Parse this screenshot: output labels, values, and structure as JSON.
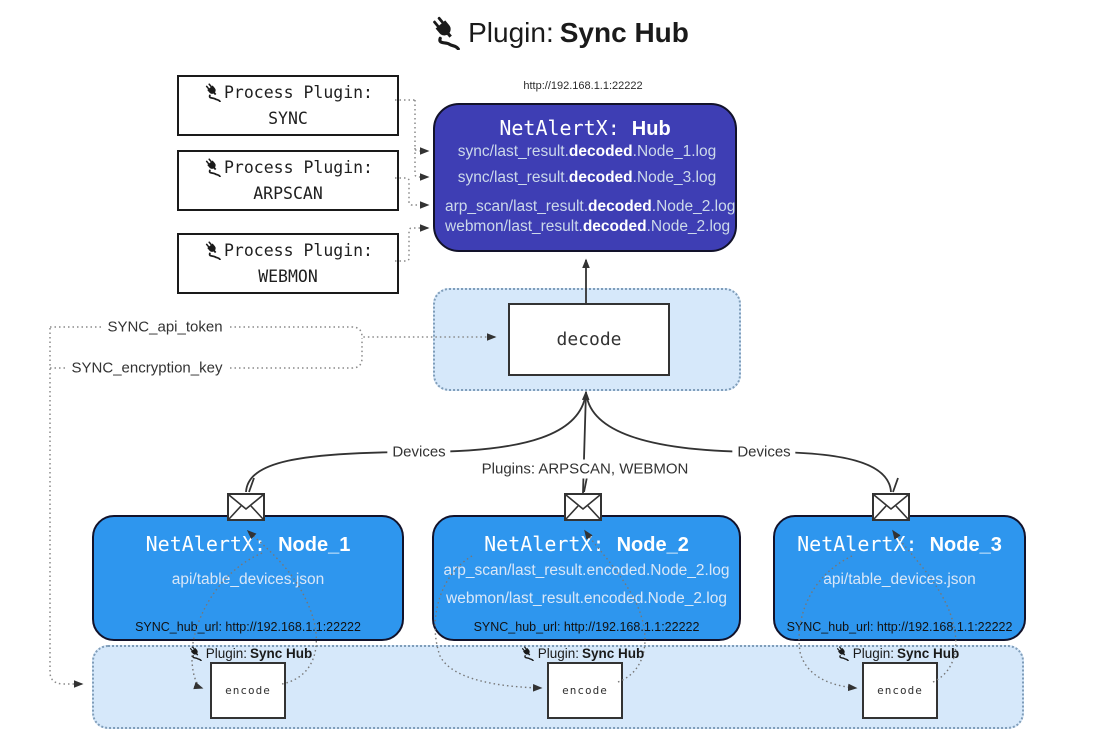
{
  "title": {
    "icon": "plug-icon",
    "prefix": "Plugin:",
    "name": "Sync Hub"
  },
  "process_plugins": [
    {
      "icon": "plug-icon",
      "label": "Process Plugin:",
      "name": "SYNC"
    },
    {
      "icon": "plug-icon",
      "label": "Process Plugin:",
      "name": "ARPSCAN"
    },
    {
      "icon": "plug-icon",
      "label": "Process Plugin:",
      "name": "WEBMON"
    }
  ],
  "hub": {
    "url": "http://192.168.1.1:22222",
    "title_prefix": "NetAlertX: ",
    "title_name": "Hub",
    "files": [
      {
        "pre": "sync/last_result.",
        "bold": "decoded",
        "post": ".Node_1.log"
      },
      {
        "pre": "sync/last_result.",
        "bold": "decoded",
        "post": ".Node_3.log"
      },
      {
        "pre": "arp_scan/last_result.",
        "bold": "decoded",
        "post": ".Node_2.log"
      },
      {
        "pre": "webmon/last_result.",
        "bold": "decoded",
        "post": ".Node_2.log"
      }
    ]
  },
  "decode": {
    "label": "decode"
  },
  "encode": {
    "label": "encode"
  },
  "tokens": {
    "api_token": "SYNC_api_token",
    "encryption_key": "SYNC_encryption_key"
  },
  "edge_labels": {
    "left": "Devices",
    "middle": "Plugins: ARPSCAN, WEBMON",
    "right": "Devices"
  },
  "nodes": [
    {
      "mail_icon": "envelope-icon",
      "title_prefix": "NetAlertX: ",
      "title_name": "Node_1",
      "files": [
        "api/table_devices.json"
      ],
      "hub_url": "SYNC_hub_url: http://192.168.1.1:22222"
    },
    {
      "mail_icon": "envelope-icon",
      "title_prefix": "NetAlertX: ",
      "title_name": "Node_2",
      "files": [
        "arp_scan/last_result.encoded.Node_2.log",
        "webmon/last_result.encoded.Node_2.log"
      ],
      "hub_url": "SYNC_hub_url: http://192.168.1.1:22222"
    },
    {
      "mail_icon": "envelope-icon",
      "title_prefix": "NetAlertX: ",
      "title_name": "Node_3",
      "files": [
        "api/table_devices.json"
      ],
      "hub_url": "SYNC_hub_url: http://192.168.1.1:22222"
    }
  ],
  "sync_plugin_label": {
    "icon": "plug-icon",
    "prefix": "Plugin: ",
    "name": "Sync Hub"
  },
  "colors": {
    "hub_fill": "#3e3eb4",
    "node_fill": "#2e96ee",
    "band_fill": "#d6e8fa",
    "band_border": "#7f9db9",
    "line_dark": "#333333",
    "line_dotted": "#8a8a8a",
    "hub_text": "#ccd9ea",
    "node_text": "#d9e7f8",
    "text_dark": "#1a1a1a"
  }
}
